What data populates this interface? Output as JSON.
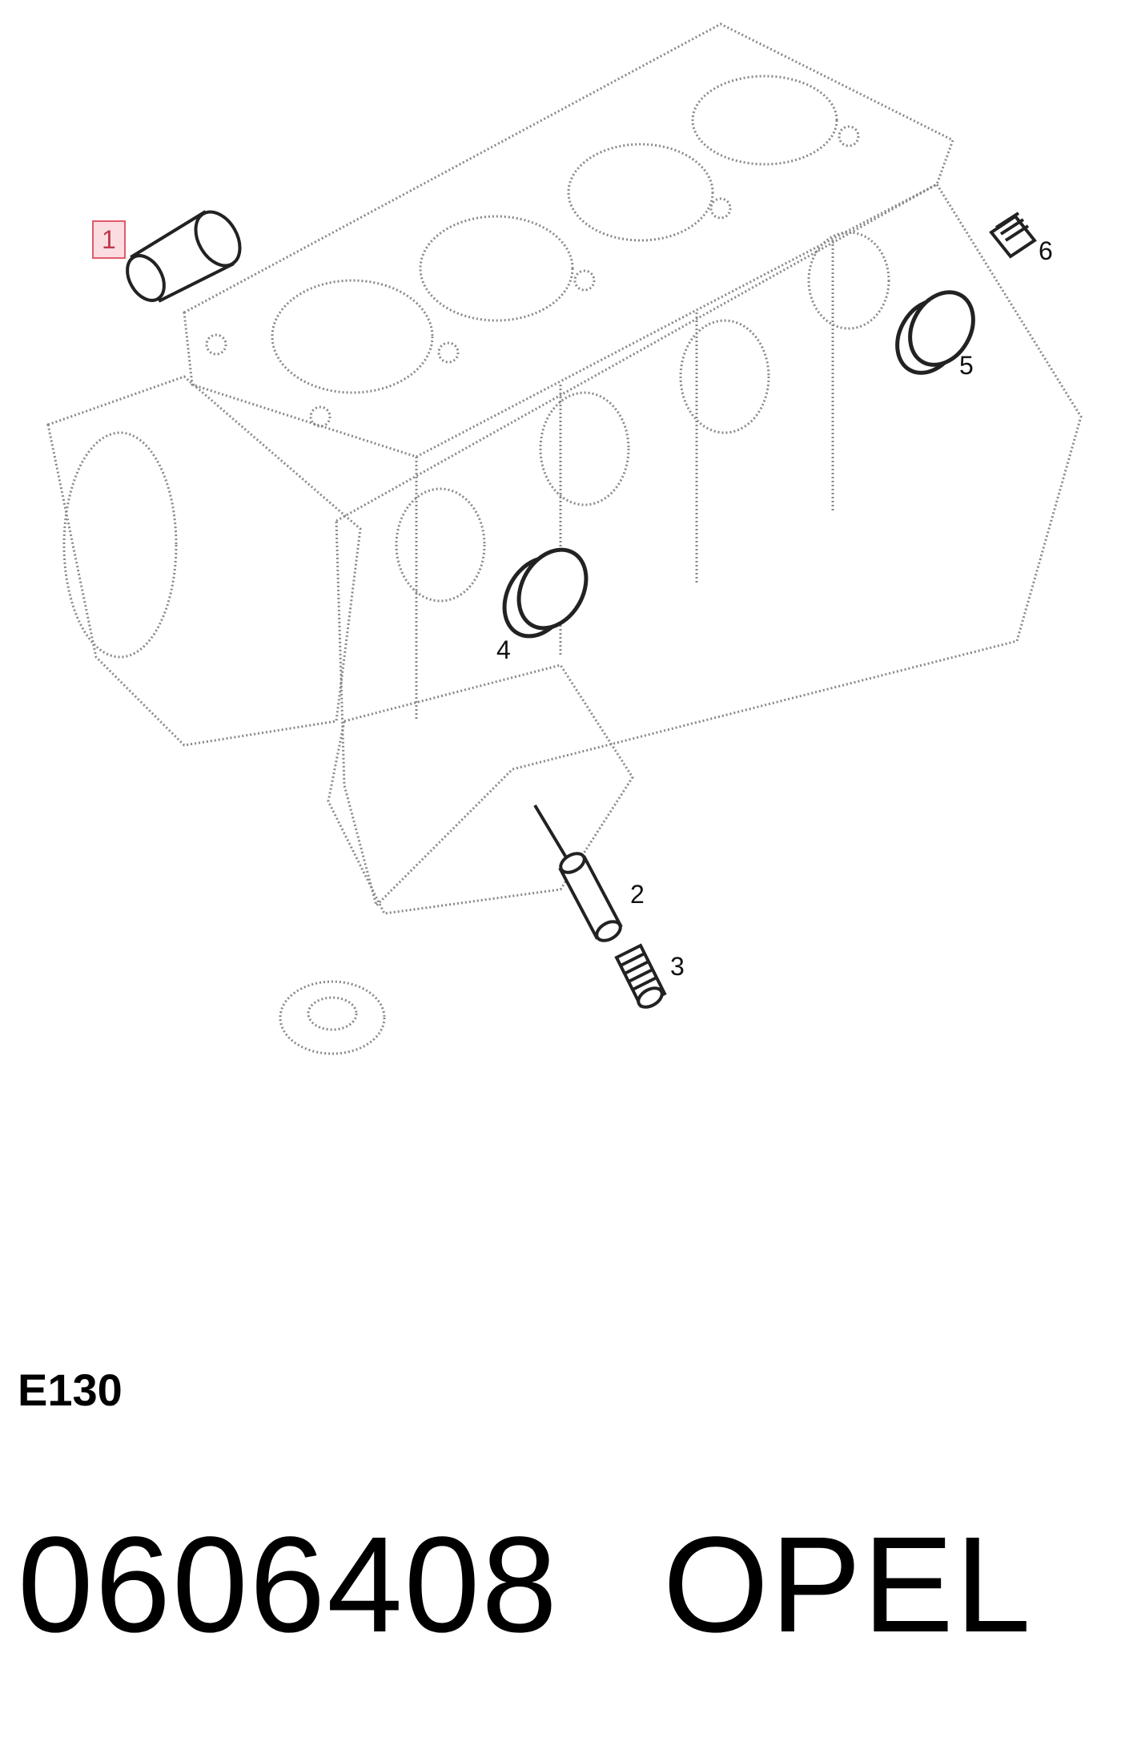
{
  "diagram": {
    "code": "E130",
    "callouts": [
      {
        "id": "1",
        "label": "1",
        "highlighted": true
      },
      {
        "id": "2",
        "label": "2"
      },
      {
        "id": "3",
        "label": "3"
      },
      {
        "id": "4",
        "label": "4"
      },
      {
        "id": "5",
        "label": "5"
      },
      {
        "id": "6",
        "label": "6"
      }
    ]
  },
  "footer": {
    "part_number": "0606408",
    "brand": "OPEL"
  },
  "colors": {
    "highlight_fill": "#fbdde1",
    "highlight_border": "#e05a6a",
    "line": "#222222"
  }
}
